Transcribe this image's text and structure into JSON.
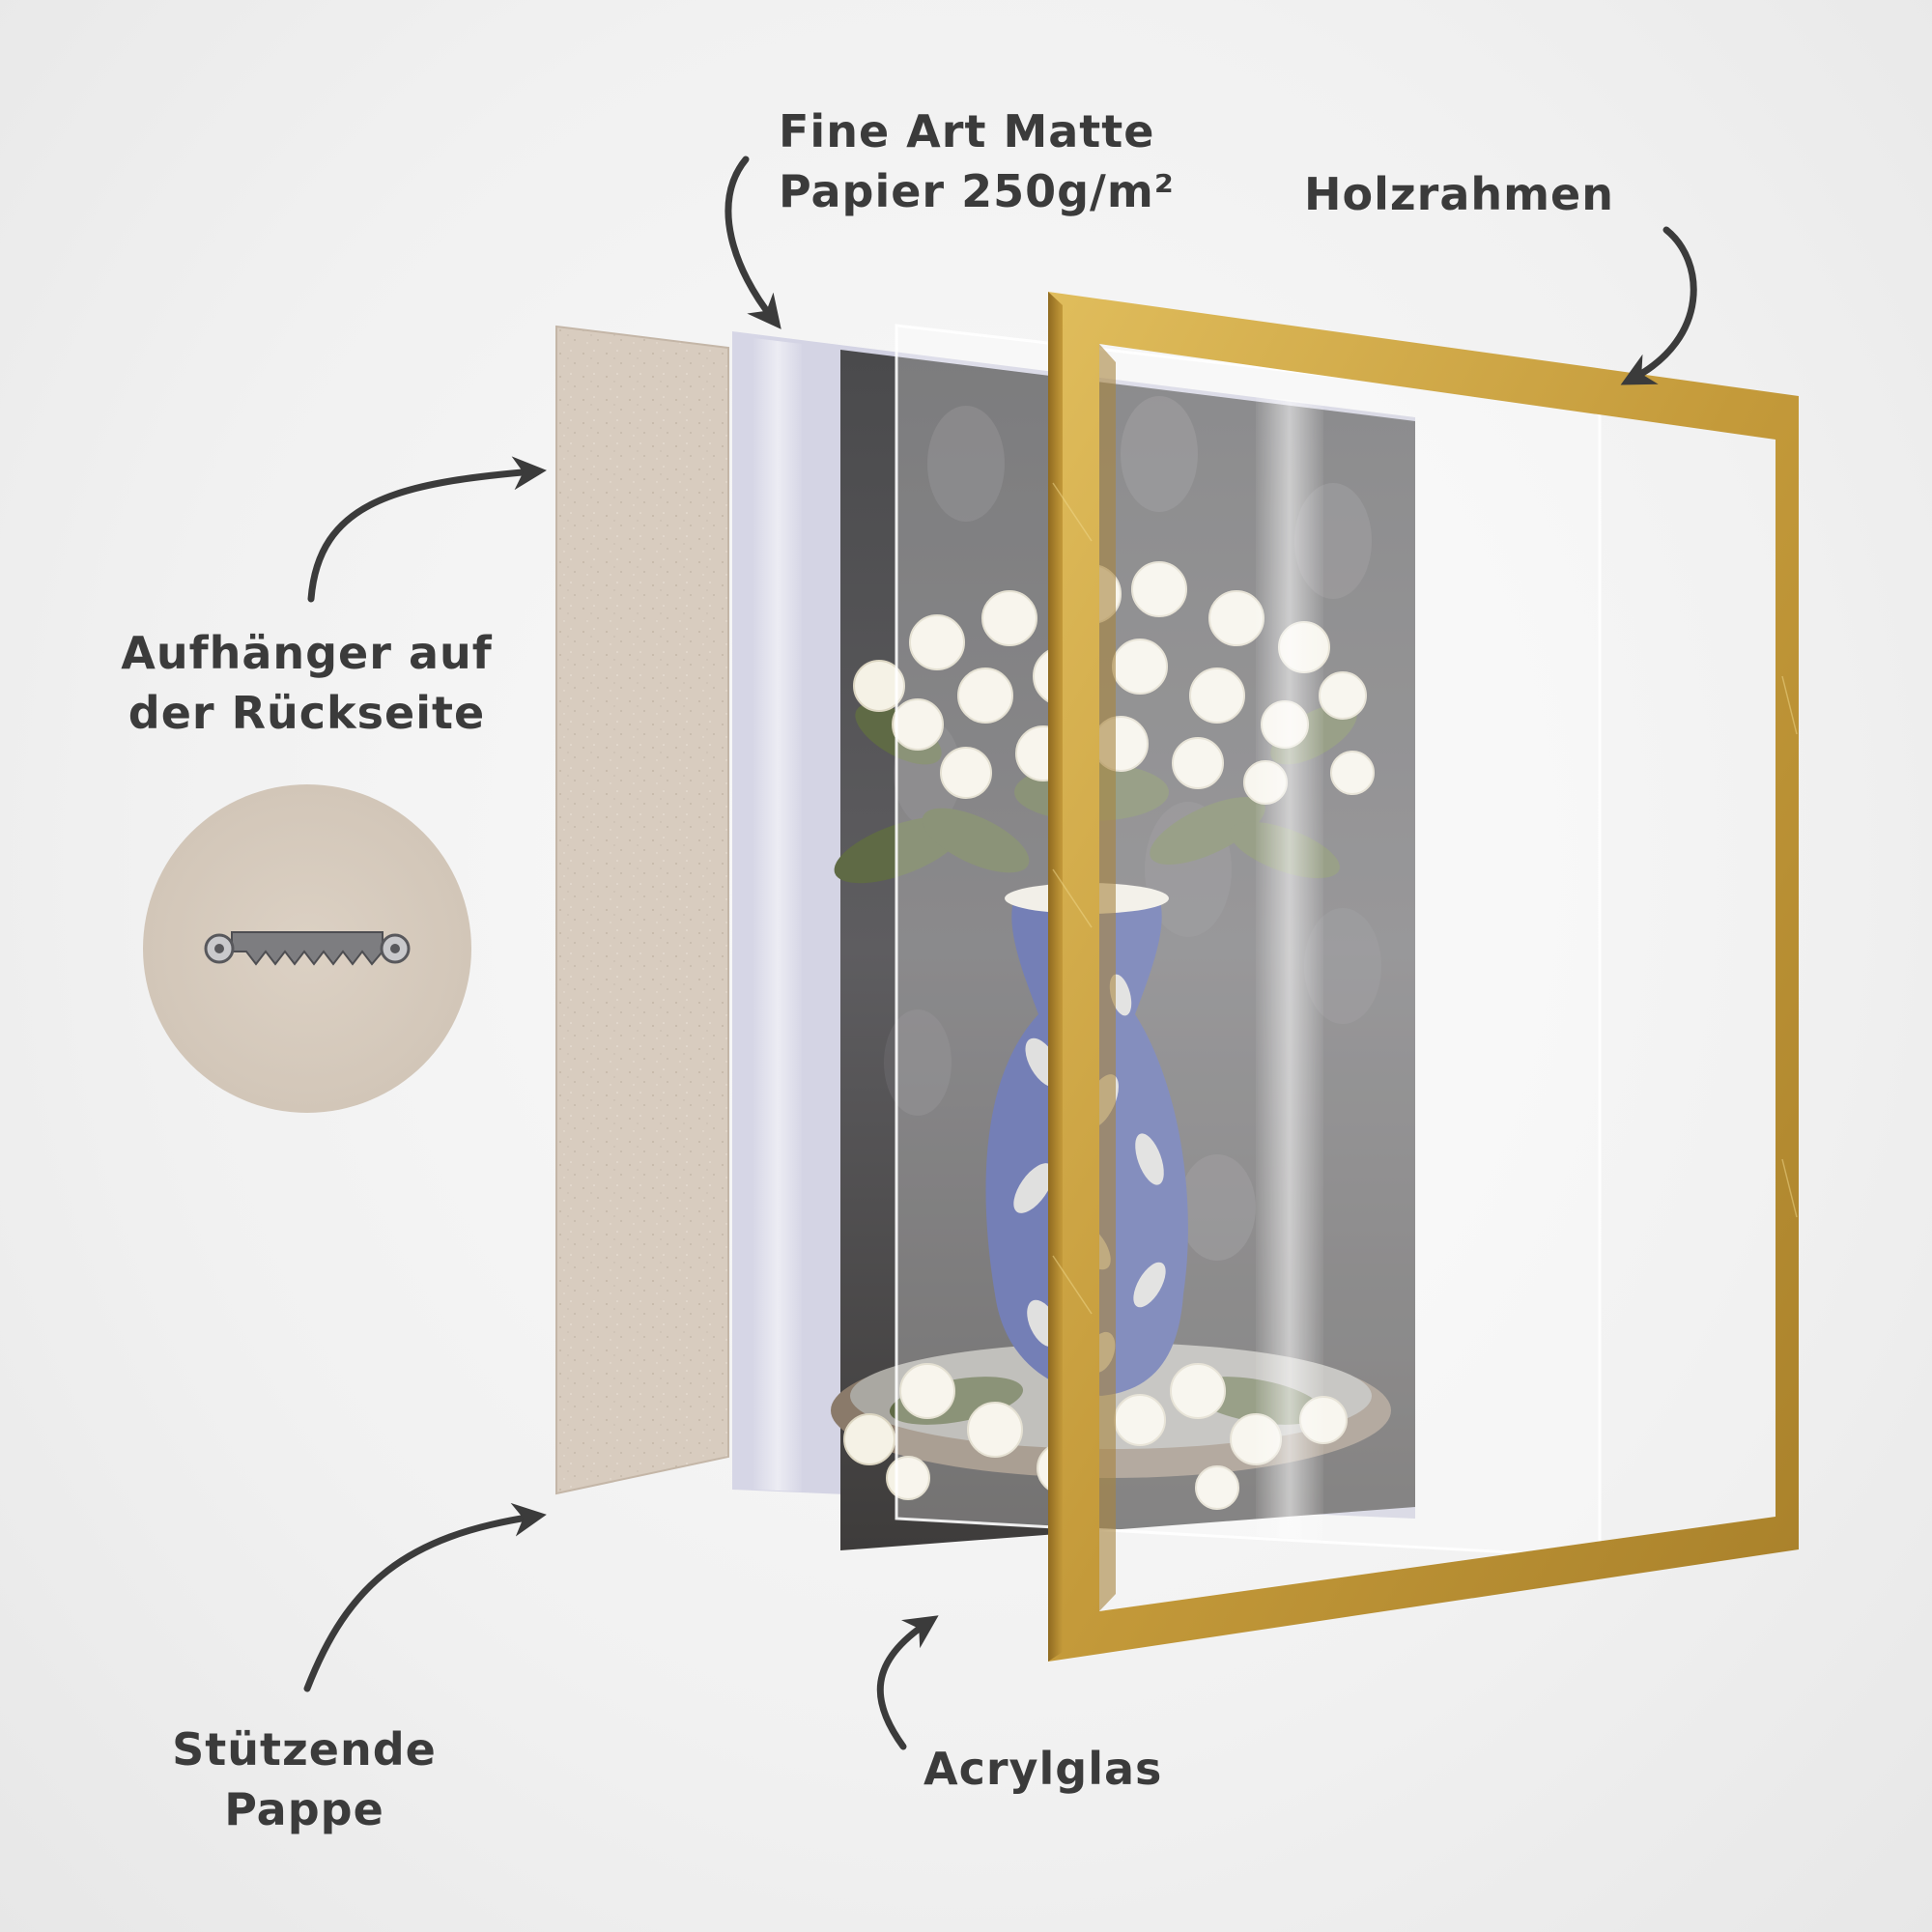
{
  "labels": {
    "paper": {
      "line1": "Fine Art Matte",
      "line2": "Papier 250g/m²"
    },
    "frame": "Holzrahmen",
    "hanger": {
      "line1": "Aufhänger auf",
      "line2": "der Rückseite"
    },
    "cardboard": {
      "line1": "Stützende",
      "line2": "Pappe"
    },
    "acrylic": "Acrylglas"
  },
  "colors": {
    "background": "#f2f2f2",
    "text": "#3b3b3b",
    "arrow": "#3b3b3b",
    "cardboard": "#d8ccbf",
    "frame_gold": "#c49a3a",
    "vase_blue": "#3f4e9a",
    "flowers": "#f5f2e6"
  },
  "icons": {
    "arrows": "curved-arrow-icon",
    "hanger": "sawtooth-hanger-icon"
  }
}
